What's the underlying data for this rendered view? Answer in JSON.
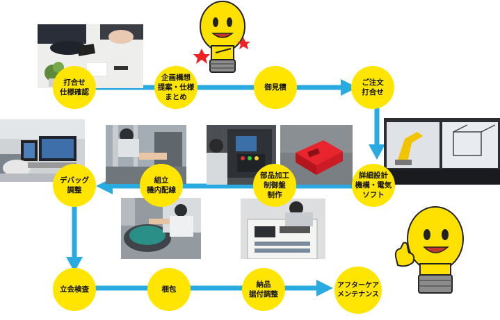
{
  "steps": [
    {
      "id": "meeting",
      "label": "打合せ\n仕様確認"
    },
    {
      "id": "planning",
      "label": "企画構想\n提案・仕様\nまとめ"
    },
    {
      "id": "estimate",
      "label": "御見積"
    },
    {
      "id": "order",
      "label": "ご注文\n打合せ"
    },
    {
      "id": "design",
      "label": "詳細設計\n機構・電気\nソフト"
    },
    {
      "id": "fabrication",
      "label": "部品加工\n制御盤\n制作"
    },
    {
      "id": "assembly",
      "label": "組立\n機内配線"
    },
    {
      "id": "debug",
      "label": "デバッグ\n調整"
    },
    {
      "id": "inspection",
      "label": "立会検査"
    },
    {
      "id": "packing",
      "label": "梱包"
    },
    {
      "id": "delivery",
      "label": "納品\n据付調整"
    },
    {
      "id": "aftercare",
      "label": "アフターケア\nメンテナンス"
    }
  ],
  "colors": {
    "arrow": "#29abe2",
    "node": "#ffe500",
    "bulb": "#ffe100",
    "bulb_base": "#8c8c8c"
  }
}
